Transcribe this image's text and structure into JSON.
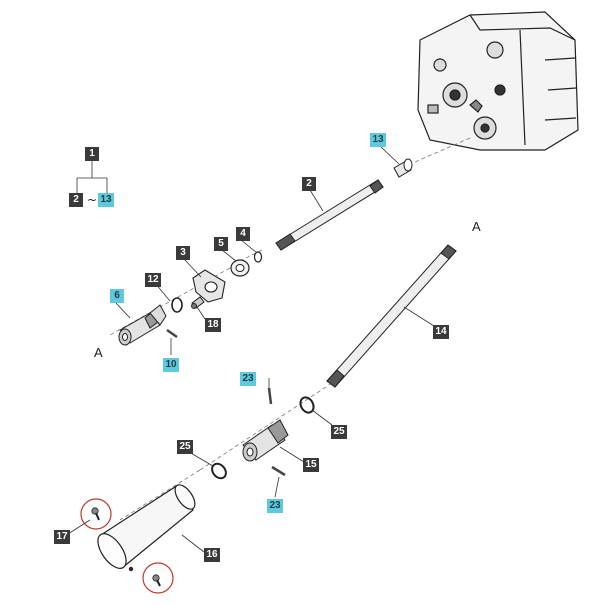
{
  "callouts": {
    "c1": "1",
    "c2": "2",
    "c13_legend": "13",
    "c13": "13",
    "c2_shaft": "2",
    "c4": "4",
    "c5": "5",
    "c3": "3",
    "c12": "12",
    "c6": "6",
    "c18": "18",
    "c10": "10",
    "c14": "14",
    "c23_top": "23",
    "c25_right": "25",
    "c25_left": "25",
    "c15": "15",
    "c23_bottom": "23",
    "c17": "17",
    "c16": "16"
  },
  "legend": {
    "tilde": "~"
  },
  "letters": {
    "a_left": "A",
    "a_right": "A"
  },
  "colors": {
    "dark_tag": "#3a3a3a",
    "cyan_tag": "#5ec8dc",
    "line": "#333333",
    "highlight_circle": "#c0392b"
  }
}
